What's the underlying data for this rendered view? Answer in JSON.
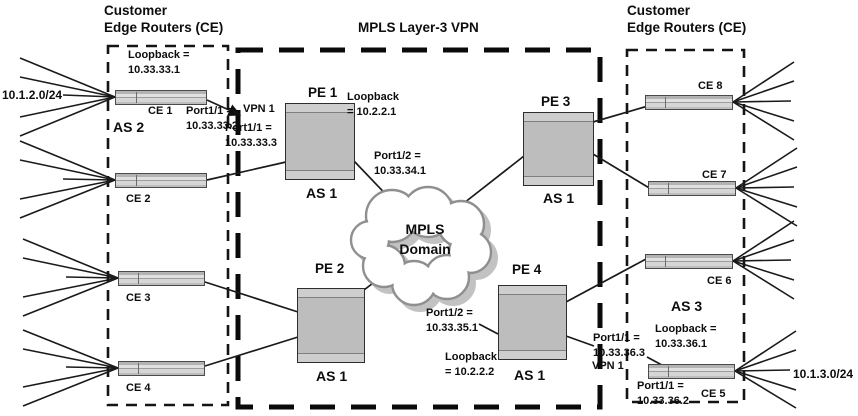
{
  "titles": {
    "left": "Customer\nEdge Routers (CE)",
    "center": "MPLS Layer-3 VPN",
    "right": "Customer\nEdge Routers (CE)"
  },
  "networks": {
    "left": "10.1.2.0/24",
    "right": "10.1.3.0/24"
  },
  "cloud": {
    "label": "MPLS\nDomain"
  },
  "vpn": {
    "left": "VPN 1",
    "right": "VPN 1"
  },
  "ce1": {
    "label": "CE 1",
    "as": "AS 2",
    "loopback": "Loopback =\n10.33.33.1",
    "port": "Port1/1 =\n10.33.33.2"
  },
  "ce2": {
    "label": "CE 2"
  },
  "ce3": {
    "label": "CE 3"
  },
  "ce4": {
    "label": "CE 4"
  },
  "ce5": {
    "label": "CE 5",
    "port": "Port1/1 =\n10.33.36.2"
  },
  "ce6": {
    "label": "CE 6"
  },
  "ce7": {
    "label": "CE 7"
  },
  "ce8": {
    "label": "CE 8"
  },
  "as3": {
    "label": "AS 3",
    "loopback": "Loopback =\n10.33.36.1"
  },
  "pe1": {
    "label": "PE 1",
    "as": "AS 1",
    "loopback": "Loopback\n= 10.2.2.1",
    "port_left": "Port1/1 =\n10.33.33.3",
    "port_right": "Port1/2 =\n10.33.34.1"
  },
  "pe2": {
    "label": "PE 2",
    "as": "AS 1"
  },
  "pe3": {
    "label": "PE 3",
    "as": "AS 1"
  },
  "pe4": {
    "label": "PE 4",
    "as": "AS 1",
    "loopback": "Loopback\n= 10.2.2.2",
    "port_left": "Port1/2 =\n10.33.35.1",
    "port_right": "Port1/1 =\n10.33.36.3"
  }
}
